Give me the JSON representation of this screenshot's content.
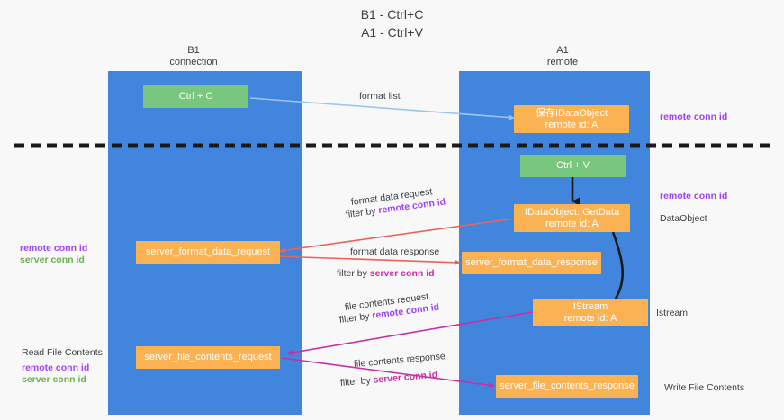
{
  "title": {
    "line1": "B1 - Ctrl+C",
    "line2": "A1 - Ctrl+V"
  },
  "columns": [
    {
      "name": "B1",
      "sub": "connection"
    },
    {
      "name": "A1",
      "sub": "remote"
    }
  ],
  "colors": {
    "lane": "#4285dc",
    "green_node": "#79c67e",
    "orange_node": "#fbb253",
    "purple_text": "#a142f4",
    "green_text": "#6ab04c",
    "magenta_text": "#c72fa8",
    "arrow_blue": "#9ec5ee",
    "arrow_red": "#e8645a",
    "arrow_magenta": "#c72fa8",
    "arrow_black": "#1a1a1a",
    "background": "#f8f8f8"
  },
  "nodes": {
    "ctrl_c": {
      "label": "Ctrl + C"
    },
    "ctrl_v": {
      "label": "Ctrl + V"
    },
    "dataobject_store": {
      "line1": "保存IDataObject",
      "line2": "remote id: A"
    },
    "getdata": {
      "line1": "IDataObject::GetData",
      "line2": "remote id: A"
    },
    "istream": {
      "line1": "IStream",
      "line2": "remote id: A"
    },
    "server_format_data_request": {
      "label": "server_format_data_request"
    },
    "server_format_data_response": {
      "label": "server_format_data_response"
    },
    "server_file_contents_request": {
      "label": "server_file_contents_request"
    },
    "server_file_contents_response": {
      "label": "server_file_contents_response"
    }
  },
  "edge_labels": {
    "format_list": "format list",
    "format_data_request": "format data request",
    "format_data_request_filter_prefix": "filter by ",
    "format_data_request_filter_key": "remote conn id",
    "format_data_response": "format data response",
    "format_data_response_filter_prefix": "filter by ",
    "format_data_response_filter_key": "server conn id",
    "file_contents_request": "file contents request",
    "file_contents_request_filter_prefix": "filter by ",
    "file_contents_request_filter_key": "remote conn id",
    "file_contents_response": "file contents response",
    "file_contents_response_filter_prefix": "filter by ",
    "file_contents_response_filter_key": "server conn id"
  },
  "side_labels": {
    "right_remote_conn_id_top": "remote conn id",
    "right_remote_conn_id_mid": "remote conn id",
    "right_dataobject": "DataObject",
    "right_istream": "Istream",
    "right_write_file_contents": "Write File Contents",
    "left_remote_conn_id_mid": "remote conn id",
    "left_server_conn_id_mid": "server conn id",
    "left_read_file_contents": "Read File Contents",
    "left_remote_conn_id_bot": "remote conn id",
    "left_server_conn_id_bot": "server conn id"
  }
}
